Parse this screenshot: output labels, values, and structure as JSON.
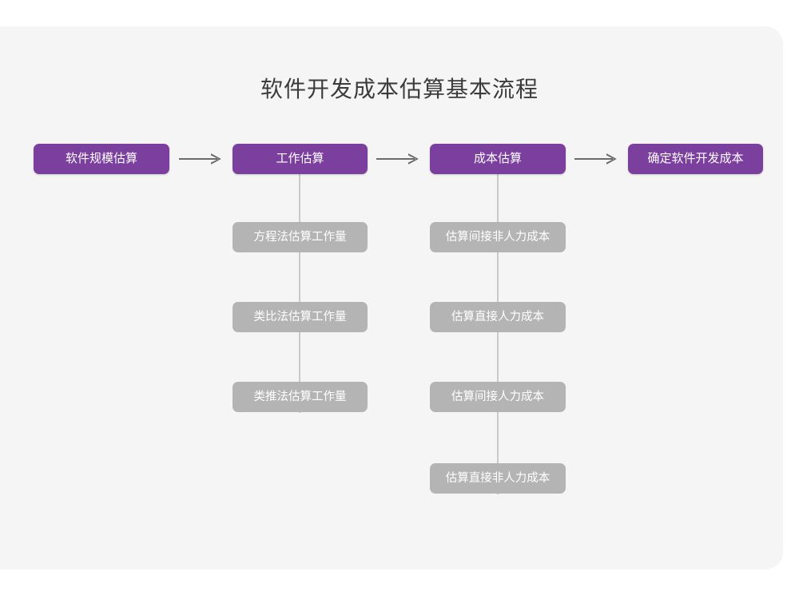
{
  "card": {
    "background_color": "#f5f5f5",
    "page_background_color": "#ffffff"
  },
  "diagram": {
    "title": "软件开发成本估算基本流程",
    "type": "flowchart",
    "colors": {
      "primary_node": "#7b3f9d",
      "primary_node_text": "#ffffff",
      "sub_node": "#b4b4b4",
      "sub_node_text": "#ffffff",
      "connector": "#c9c9c9",
      "arrow": "#6b6b6b",
      "title_text": "#3c3c3c"
    },
    "stages": [
      {
        "label": "软件规模估算",
        "sub_steps": []
      },
      {
        "label": "工作估算",
        "sub_steps": [
          "方程法估算工作量",
          "类比法估算工作量",
          "类推法估算工作量"
        ]
      },
      {
        "label": "成本估算",
        "sub_steps": [
          "估算间接非人力成本",
          "估算直接人力成本",
          "估算间接人力成本",
          "估算直接非人力成本"
        ]
      },
      {
        "label": "确定软件开发成本",
        "sub_steps": []
      }
    ],
    "arrows": [
      {
        "name": "arrow-stage1-to-stage2",
        "glyph": "→"
      },
      {
        "name": "arrow-stage2-to-stage3",
        "glyph": "→"
      },
      {
        "name": "arrow-stage3-to-stage4",
        "glyph": "→"
      }
    ]
  }
}
